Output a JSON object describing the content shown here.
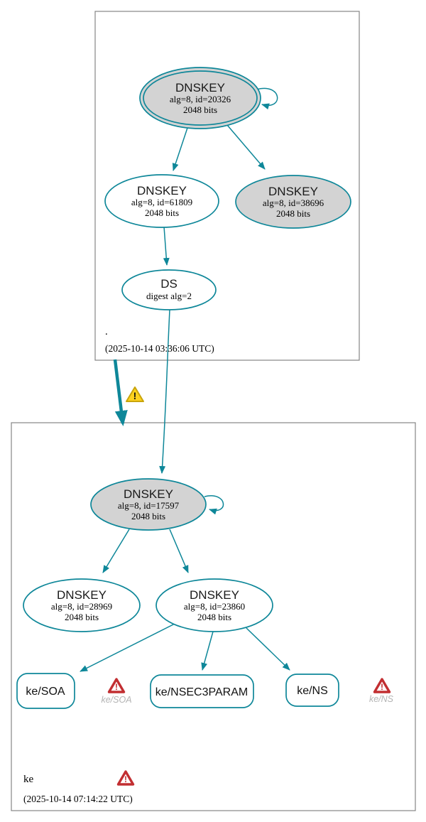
{
  "glyphs": {
    "warning": "!"
  },
  "colors": {
    "edge_teal": "#0e8799",
    "node_fill_gray": "#d3d3d3",
    "node_fill_white": "#ffffff",
    "cluster_border": "#858585",
    "warning_red": "#c22e31",
    "warning_yellow_fill": "#fdd21f",
    "warning_yellow_border": "#c9a40a",
    "ghost_label_gray": "#b3b3b3"
  },
  "root_zone": {
    "name": ".",
    "timestamp": "(2025-10-14 03:36:06 UTC)",
    "ksk": {
      "title": "DNSKEY",
      "detail": "alg=8, id=20326",
      "bits": "2048 bits"
    },
    "zsk": {
      "title": "DNSKEY",
      "detail": "alg=8, id=61809",
      "bits": "2048 bits"
    },
    "key2": {
      "title": "DNSKEY",
      "detail": "alg=8, id=38696",
      "bits": "2048 bits"
    },
    "ds": {
      "title": "DS",
      "detail": "digest alg=2"
    }
  },
  "ke_zone": {
    "name": "ke",
    "timestamp": "(2025-10-14 07:14:22 UTC)",
    "ksk": {
      "title": "DNSKEY",
      "detail": "alg=8, id=17597",
      "bits": "2048 bits"
    },
    "zsk1": {
      "title": "DNSKEY",
      "detail": "alg=8, id=28969",
      "bits": "2048 bits"
    },
    "zsk2": {
      "title": "DNSKEY",
      "detail": "alg=8, id=23860",
      "bits": "2048 bits"
    },
    "rrsets": {
      "soa": "ke/SOA",
      "nsec3param": "ke/NSEC3PARAM",
      "ns": "ke/NS"
    },
    "ghost_warnings": {
      "soa": "ke/SOA",
      "ns": "ke/NS"
    }
  }
}
